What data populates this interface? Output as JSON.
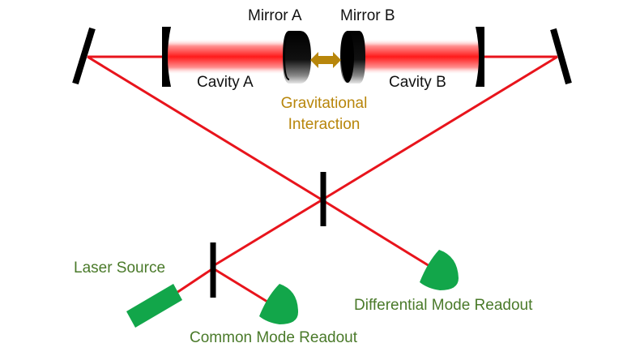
{
  "title": "Gravitational interaction interferometer diagram",
  "labels": {
    "mirror_a": "Mirror A",
    "mirror_b": "Mirror B",
    "cavity_a": "Cavity A",
    "cavity_b": "Cavity B",
    "interaction_line1": "Gravitational",
    "interaction_line2": "Interaction",
    "laser_source": "Laser Source",
    "common_readout": "Common Mode Readout",
    "differential_readout": "Differential Mode Readout"
  },
  "colors": {
    "beam": "#e8141c",
    "cavity_glow": "#ff2a2a",
    "optic": "#000000",
    "device": "#12a64a",
    "label_green": "#4a7a2a",
    "label_gold": "#b8860b",
    "arrow": "#b8860b"
  }
}
